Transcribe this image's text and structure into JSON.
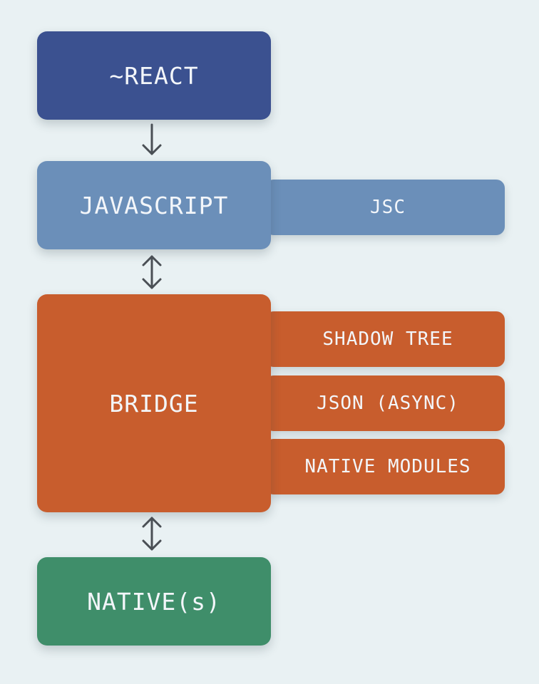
{
  "diagram": {
    "react_label": "~REACT",
    "javascript_label": "JAVASCRIPT",
    "jsc_label": "JSC",
    "bridge_label": "BRIDGE",
    "bridge_parts": [
      "SHADOW TREE",
      "JSON (ASYNC)",
      "NATIVE MODULES"
    ],
    "native_label": "NATIVE(s)"
  },
  "colors": {
    "background": "#e9f1f3",
    "react": "#3b5190",
    "javascript": "#6b8fb9",
    "bridge": "#c85d2d",
    "native": "#3f8e6a",
    "text": "#f3f6fa",
    "arrow": "#4a4f55"
  }
}
